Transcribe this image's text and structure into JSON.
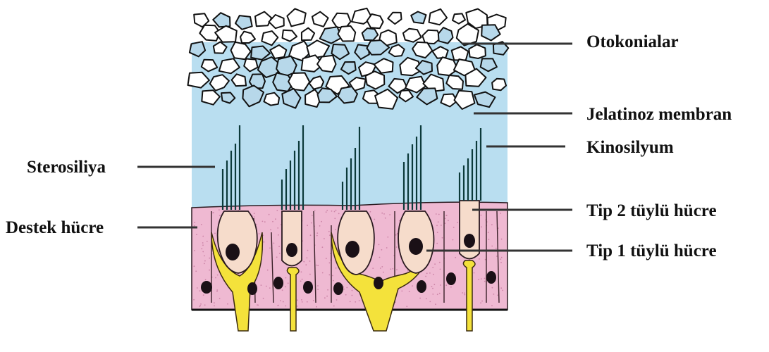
{
  "labels": {
    "otokonialar": "Otokonialar",
    "jelatinoz_membran": "Jelatinoz membran",
    "kinosilyum": "Kinosilyum",
    "tip2_tuylu_hucre": "Tip 2 tüylü hücre",
    "tip1_tuylu_hucre": "Tip 1 tüylü hücre",
    "sterosiliya": "Sterosiliya",
    "destek_hucre": "Destek hücre"
  },
  "colors": {
    "crystal_fill": "#ffffff",
    "crystal_fill_alt": "#b7d8ea",
    "gel_layer": "#b9def0",
    "epithelium": "#efb9d2",
    "hair_cell": "#f6dccb",
    "nerve_calyx": "#f4e23b",
    "nucleus": "#1a1016",
    "cilia": "#0c3a3a",
    "outline": "#2a1a20"
  }
}
